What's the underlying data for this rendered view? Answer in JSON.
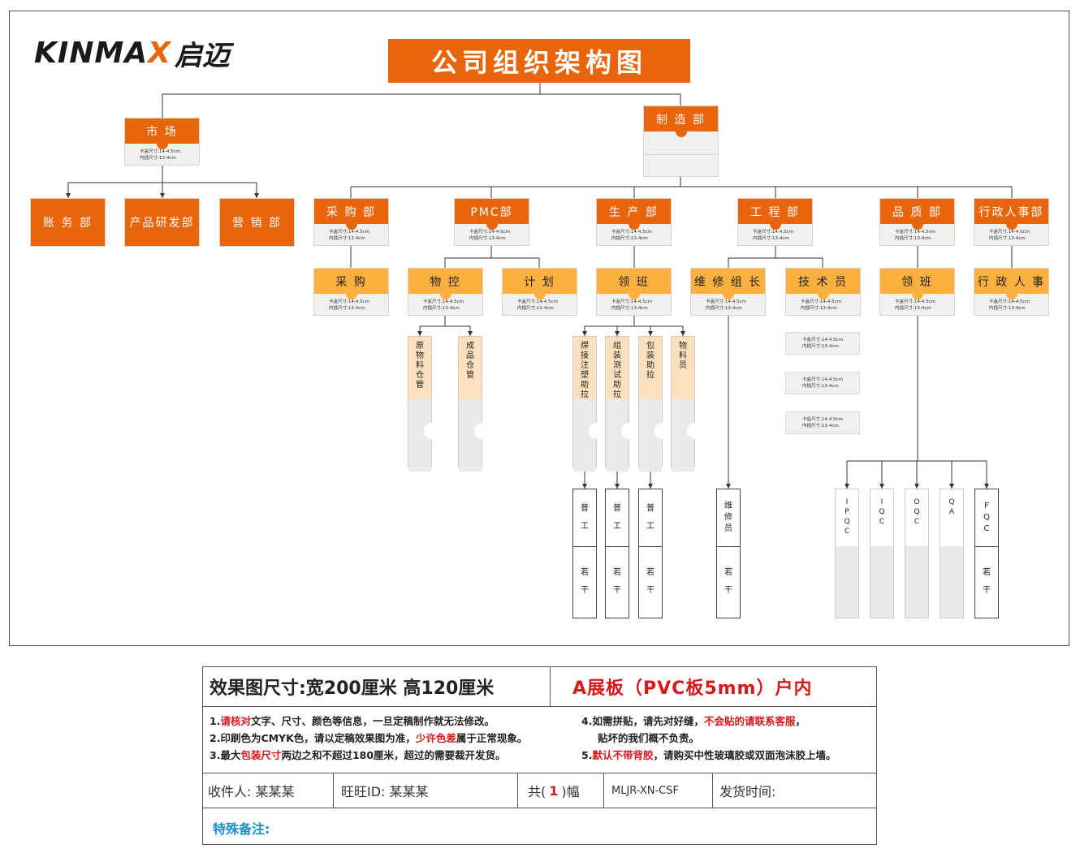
{
  "logo": {
    "en": "KINMA",
    "en_x": "X",
    "cn": "启迈"
  },
  "title": "公司组织架构图",
  "spec": "卡盒尺寸:14-4.5cm",
  "spec2": "内插尺寸:13-4cm",
  "market": {
    "label": "市 场",
    "children": [
      "账 务 部",
      "产品研发部",
      "营 销 部"
    ]
  },
  "manufacturing": {
    "label": "制 造 部"
  },
  "departments": [
    {
      "label": "采 购 部",
      "subs": [
        "采 购"
      ]
    },
    {
      "label": "PMC部",
      "subs": [
        "物 控",
        "计 划"
      ]
    },
    {
      "label": "生 产 部",
      "subs": [
        "领 班"
      ]
    },
    {
      "label": "工 程 部",
      "subs": [
        "维 修 组 长",
        "技 术 员"
      ]
    },
    {
      "label": "品 质 部",
      "subs": [
        "领 班"
      ]
    },
    {
      "label": "行政人事部",
      "subs": [
        "行 政 人 事"
      ]
    }
  ],
  "warehouse": [
    [
      "原",
      "物",
      "料",
      "仓",
      "管"
    ],
    [
      "成",
      "品",
      "仓",
      "管"
    ]
  ],
  "production_roles": [
    [
      "焊",
      "接",
      "注",
      "塑",
      "助",
      "拉"
    ],
    [
      "组",
      "装",
      "测",
      "试",
      "助",
      "拉"
    ],
    [
      "包",
      "装",
      "助",
      "拉"
    ],
    [
      "物",
      "料",
      "员"
    ]
  ],
  "workers": [
    [
      "普",
      "工"
    ],
    [
      "普",
      "工"
    ],
    [
      "普",
      "工"
    ]
  ],
  "worker_count": [
    "若",
    "干"
  ],
  "repair": [
    "维",
    "修",
    "员"
  ],
  "quality_roles": [
    [
      "I",
      "P",
      "Q",
      "C"
    ],
    [
      "I",
      "Q",
      "C"
    ],
    [
      "O",
      "Q",
      "C"
    ],
    [
      "Q",
      "A"
    ],
    [
      "F",
      "Q",
      "C"
    ]
  ],
  "info": {
    "size": "效果图尺寸:宽200厘米  高120厘米",
    "material": "A展板（PVC板5mm）户内",
    "note1_pre": "1.",
    "note1_red": "请核对",
    "note1_post": "文字、尺寸、颜色等信息，一旦定稿制作就无法修改。",
    "note2_pre": "2.印刷色为CMYK色，请以定稿效果图为准，",
    "note2_red": "少许色差",
    "note2_post": "属于正常现象。",
    "note3_pre": "3.最大",
    "note3_red": "包装尺寸",
    "note3_post": "两边之和不超过180厘米，超过的需要裁开发货。",
    "note4_pre": "4.如需拼贴，请先对好缝，",
    "note4_red": "不会贴的请联系客服",
    "note4_post": "，",
    "note4b": "贴坏的我们概不负责。",
    "note5_pre": "5.",
    "note5_red": "默认不带背胶",
    "note5_post": "，请购买中性玻璃胶或双面泡沫胶上墙。",
    "receiver": "收件人: 某某某",
    "wangwang": "旺旺ID:  某某某",
    "count_pre": "共(",
    "count": "1",
    "count_post": ")幅",
    "code": "MLJR-XN-CSF",
    "ship": "发货时间:",
    "remark": "特殊备注:"
  },
  "colors": {
    "orange": "#e8650c",
    "yellow": "#fbb040",
    "peach": "#fde0bd",
    "red": "#d7191c",
    "blue": "#1a8fd1"
  }
}
